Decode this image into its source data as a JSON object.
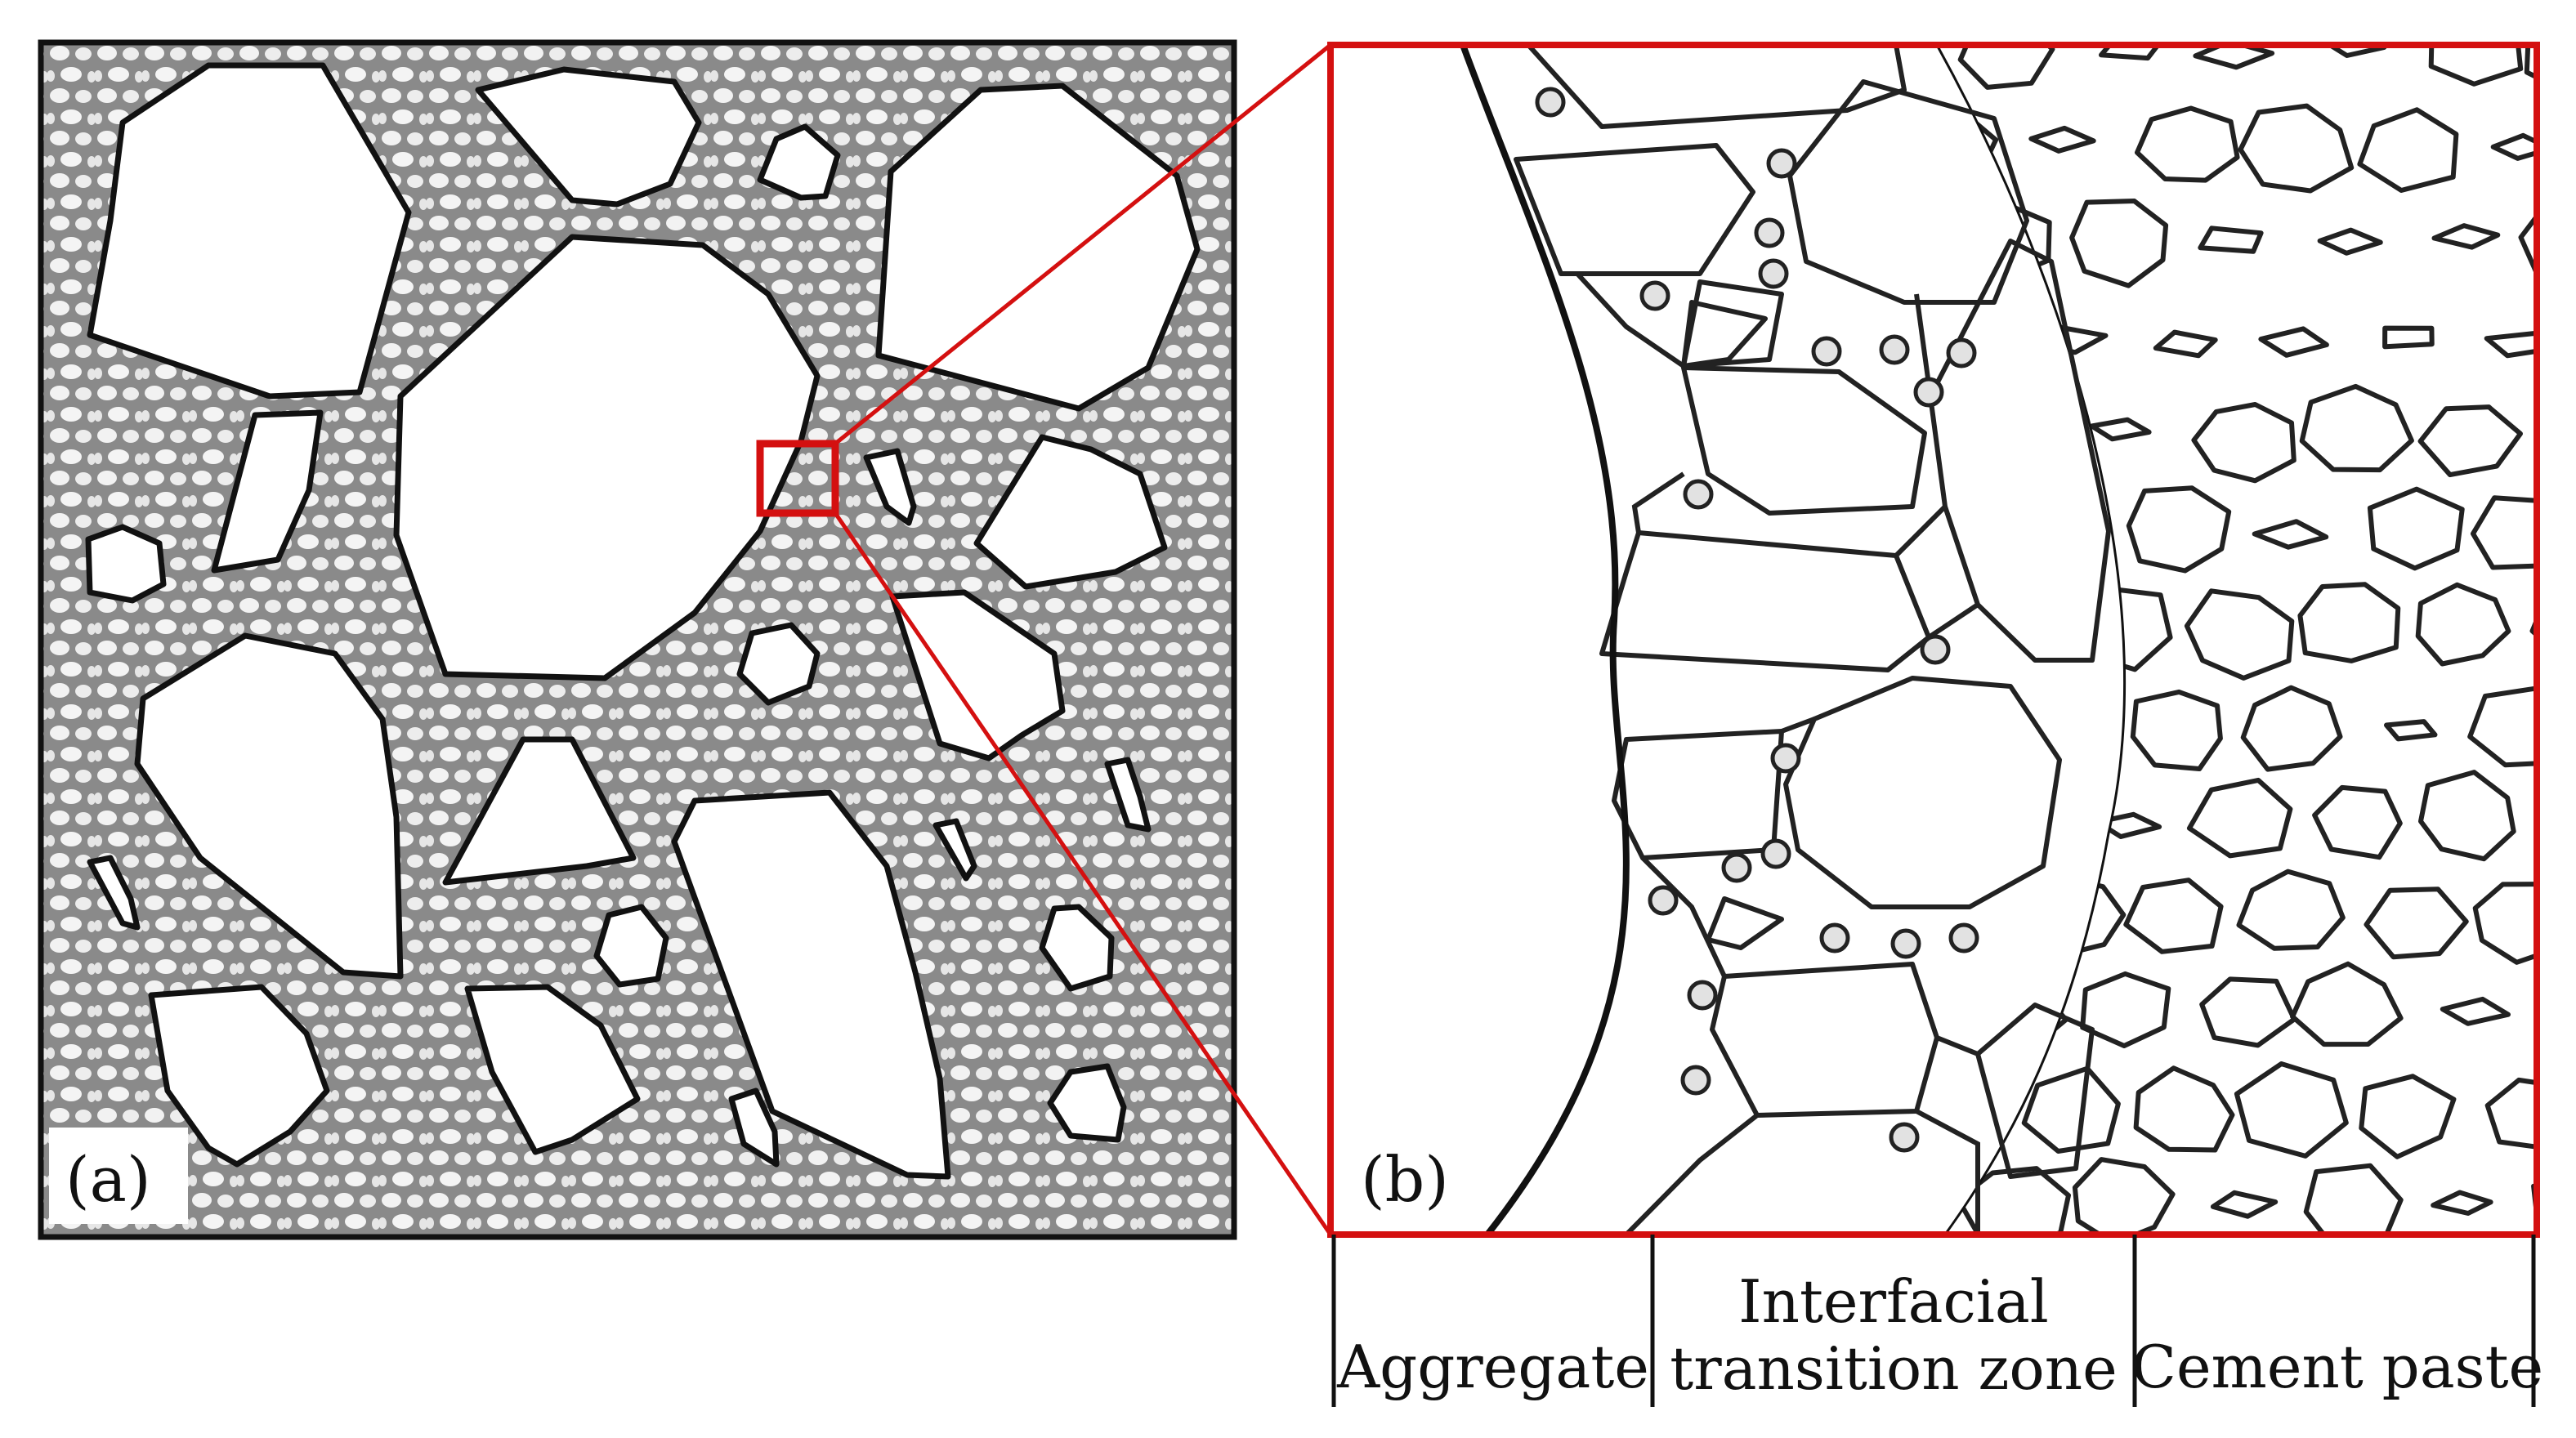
{
  "panels": {
    "a": {
      "label": "(a)"
    },
    "b": {
      "label": "(b)"
    }
  },
  "zones": {
    "aggregate": {
      "label": "Aggregate"
    },
    "itz": {
      "line1": "Interfacial",
      "line2": "transition zone"
    },
    "paste": {
      "label": "Cement paste"
    }
  },
  "colors": {
    "matrix_gray": "#8a8a8a",
    "outline": "#111111",
    "highlight_red": "#d41010",
    "background": "#ffffff"
  }
}
